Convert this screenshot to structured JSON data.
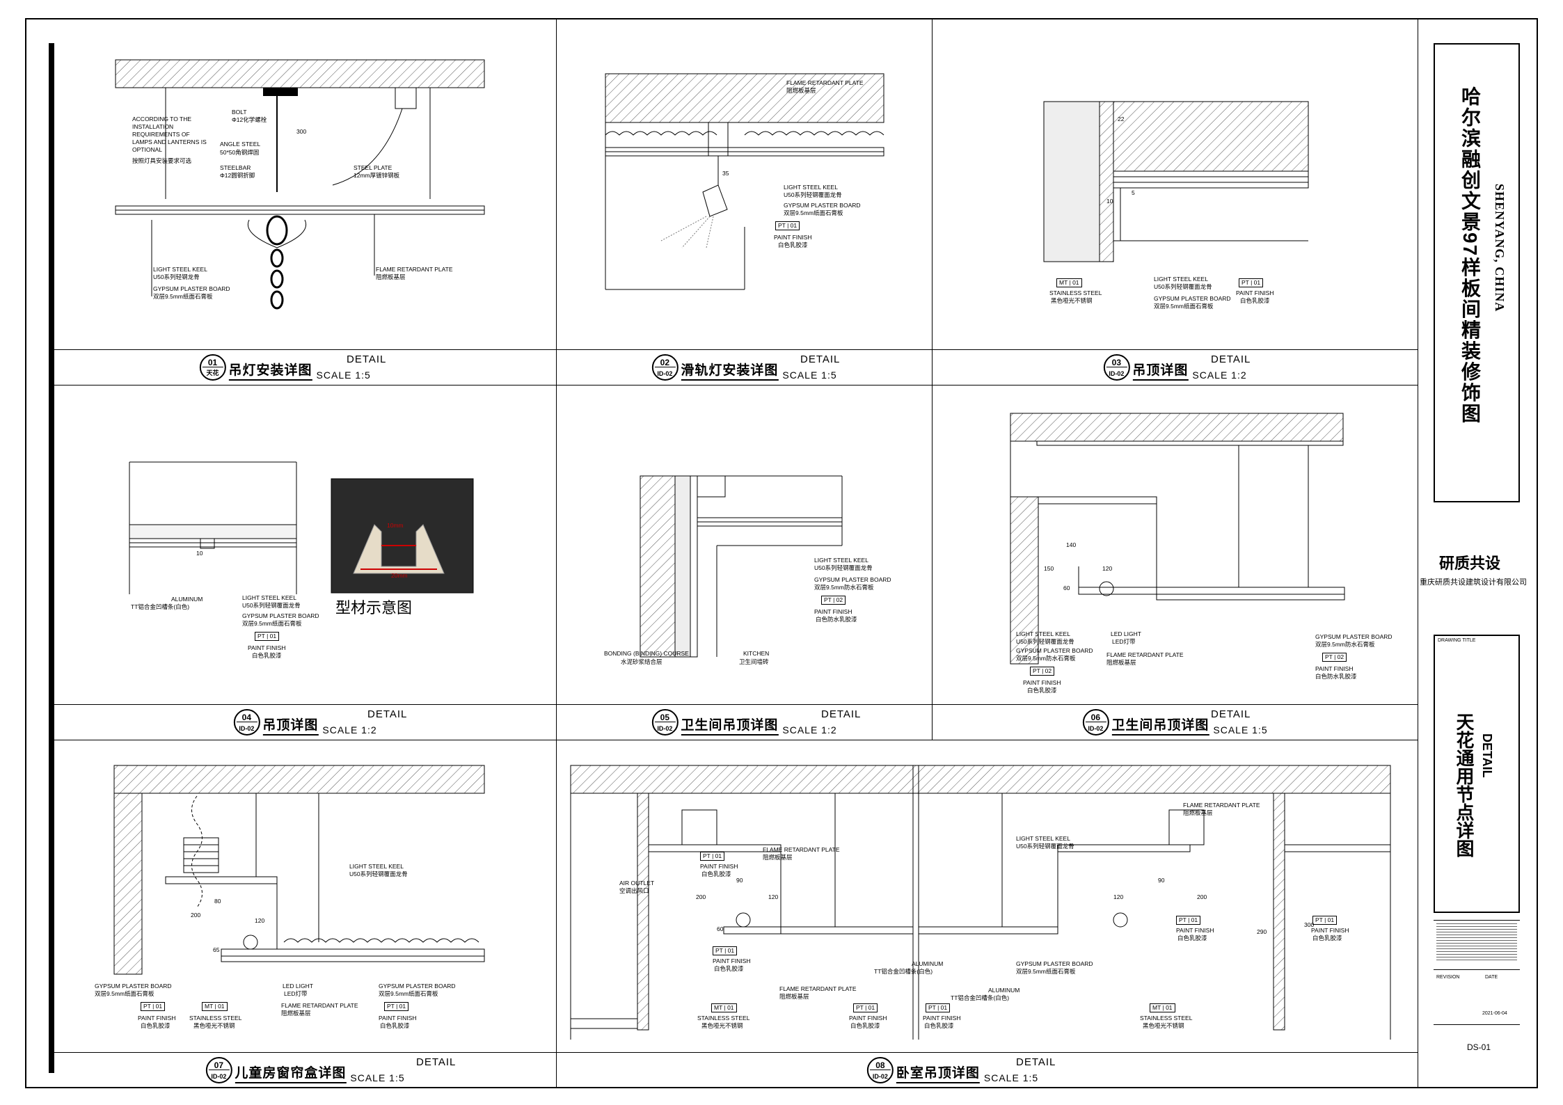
{
  "sheet": {
    "project_title": "哈尔滨融创文景97样板间精装修饰图",
    "location": "SHENYANG, CHINA",
    "company_cn_short": "研质共设",
    "company_cn_full": "重庆研质共设建筑设计有限公司",
    "drawing_title_cn": "天花通用节点详图",
    "drawing_title_en": "DETAIL",
    "drawing_no_label": "DRAWING TITLE",
    "revision_label": "REVISION",
    "date_label": "DATE",
    "date": "2021-06-04",
    "drawing_no": "DS-01"
  },
  "details": [
    {
      "num": "01",
      "ref": "天花",
      "title": "吊灯安装详图",
      "scale": "SCALE 1:5",
      "label": "DETAIL"
    },
    {
      "num": "02",
      "ref": "ID-02",
      "title": "滑轨灯安装详图",
      "scale": "SCALE 1:5",
      "label": "DETAIL"
    },
    {
      "num": "03",
      "ref": "ID-02",
      "title": "吊顶详图",
      "scale": "SCALE 1:2",
      "label": "DETAIL"
    },
    {
      "num": "04",
      "ref": "ID-02",
      "title": "吊顶详图",
      "scale": "SCALE 1:2",
      "label": "DETAIL"
    },
    {
      "num": "05",
      "ref": "ID-02",
      "title": "卫生间吊顶详图",
      "scale": "SCALE 1:2",
      "label": "DETAIL"
    },
    {
      "num": "06",
      "ref": "ID-02",
      "title": "卫生间吊顶详图",
      "scale": "SCALE 1:5",
      "label": "DETAIL"
    },
    {
      "num": "07",
      "ref": "ID-02",
      "title": "儿童房窗帘盒详图",
      "scale": "SCALE 1:5",
      "label": "DETAIL"
    },
    {
      "num": "08",
      "ref": "ID-02",
      "title": "卧室吊顶详图",
      "scale": "SCALE 1:5",
      "label": "DETAIL"
    }
  ],
  "annotations": {
    "d01_note": "ACCORDING TO THE INSTALLATION REQUIREMENTS OF LAMPS AND LANTERNS IS OPTIONAL",
    "d01_note_cn": "按照灯具安装要求可选",
    "d01_bolt": "BOLT",
    "d01_bolt_cn": "Φ12化学螺栓",
    "d01_angle": "ANGLE STEEL",
    "d01_angle_cn": "50*50角钢焊固",
    "d01_steelbar": "STEELBAR",
    "d01_steelbar_cn": "Φ12圆钢折脚",
    "d01_plate": "STEEL PLATE",
    "d01_plate_cn": "12mm厚镀锌钢板",
    "d01_dim": "300",
    "d01_keel": "LIGHT STEEL KEEL",
    "d01_keel_cn": "U50系列轻钢龙骨",
    "d01_gypsum": "GYPSUM PLASTER BOARD",
    "d01_gypsum_cn": "双层9.5mm纸面石膏板",
    "d01_flame": "FLAME RETARDANT PLATE",
    "d01_flame_cn": "阻燃板基层",
    "flame": "FLAME RETARDANT PLATE",
    "flame_cn": "阻燃板基层",
    "keel": "LIGHT STEEL KEEL",
    "keel_cn": "U50系列轻钢覆面龙骨",
    "gypsum": "GYPSUM PLASTER BOARD",
    "gypsum_cn": "双层9.5mm纸面石膏板",
    "gypsum_wet_cn": "双层9.5mm防水石膏板",
    "paint": "PAINT FINISH",
    "paint_cn": "白色乳胶漆",
    "paint_wet_cn": "白色防水乳胶漆",
    "pt": "PT",
    "pt01": "01",
    "pt02": "02",
    "mt": "MT",
    "mt01": "01",
    "stainless": "STAINLESS STEEL",
    "stainless_cn": "黑色哑光不锈钢",
    "d02_dim": "35",
    "d03_dim1": "22",
    "d03_dim2": "5",
    "d03_dim3": "10",
    "aluminum": "ALUMINUM",
    "aluminum_cn": "TT铝合金凹槽条(白色)",
    "d04_dim": "10",
    "d04_photo_caption": "型材示意图",
    "d04_photo_dim1": "10mm",
    "d04_photo_dim2": "20mm",
    "bonding": "BONDING (BINDING) COURSE",
    "bonding_cn": "水泥砂浆结合层",
    "kitchen": "KITCHEN",
    "kitchen_cn": "卫生间墙砖",
    "led": "LED LIGHT",
    "led_cn": "LED灯带",
    "d06_dim1": "140",
    "d06_dim2": "150",
    "d06_dim3": "120",
    "d06_dim4": "60",
    "air_outlet": "AIR OUTLET",
    "air_outlet_cn": "空调出风口",
    "d07_dim1": "200",
    "d07_dim2": "120",
    "d07_dim3": "65",
    "d07_dim4": "80",
    "d08_dim1": "200",
    "d08_dim2": "120",
    "d08_dim3": "90",
    "d08_dim4": "300",
    "d08_dim5": "290",
    "d08_dim6": "60"
  },
  "colors": {
    "line": "#000000",
    "hatch": "#555555",
    "paper": "#ffffff"
  }
}
